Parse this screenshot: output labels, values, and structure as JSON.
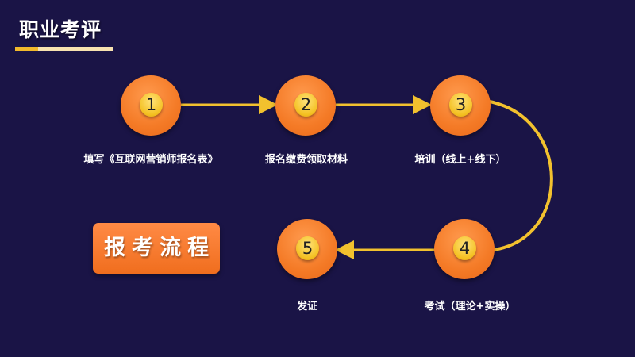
{
  "title": "职业考评",
  "badge": "报考流程",
  "steps": [
    {
      "num": "1",
      "label": "填写《互联网营销师报名表》"
    },
    {
      "num": "2",
      "label": "报名缴费领取材料"
    },
    {
      "num": "3",
      "label": "培训（线上+线下）"
    },
    {
      "num": "4",
      "label": "考试（理论+实操）"
    },
    {
      "num": "5",
      "label": "发证"
    }
  ],
  "colors": {
    "background": "#1a1446",
    "node": "#f47a26",
    "connector": "#f2c12e"
  }
}
